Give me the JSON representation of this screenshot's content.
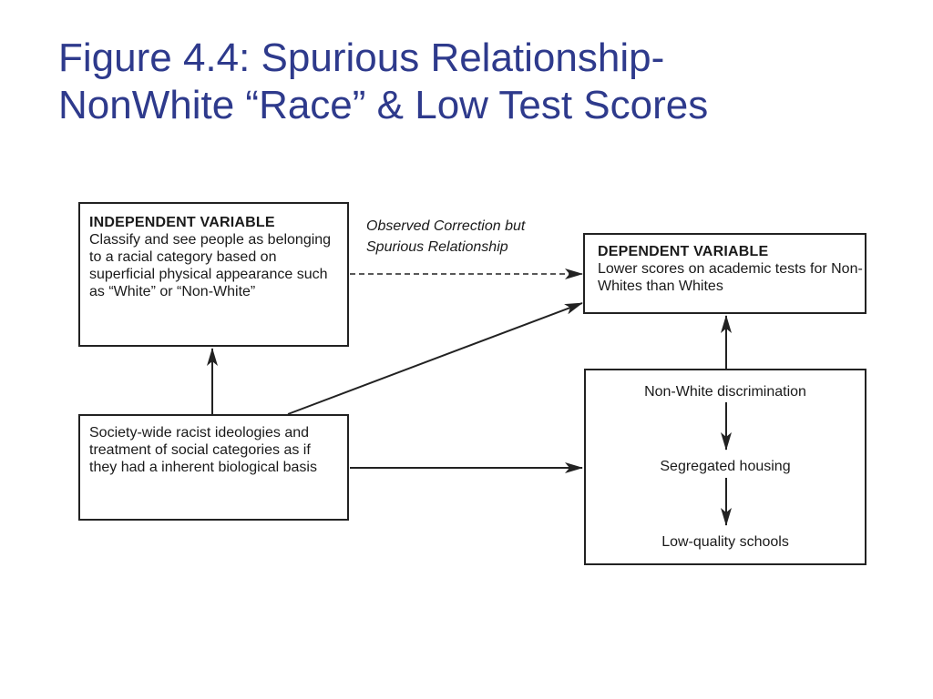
{
  "title": {
    "line1": "Figure 4.4: Spurious Relationship-",
    "line2": "NonWhite “Race” & Low Test Scores"
  },
  "diagram": {
    "independent": {
      "heading": "INDEPENDENT VARIABLE",
      "body": "Classify and see people as belonging to a racial category based on superficial physical appearance such as “White” or “Non-White”"
    },
    "dependent": {
      "heading": "DEPENDENT VARIABLE",
      "body": "Lower scores on academic tests for Non-Whites than Whites"
    },
    "society": {
      "body": "Society-wide racist ideologies and treatment of social categories as if they had a inherent biological basis"
    },
    "mechanism": {
      "steps": [
        "Non-White discrimination",
        "Segregated housing",
        "Low-quality schools"
      ]
    },
    "dashed_caption": {
      "line1": "Observed Correction but",
      "line2": "Spurious Relationship"
    }
  },
  "colors": {
    "title": "#2e3a8c",
    "line": "#222222"
  }
}
